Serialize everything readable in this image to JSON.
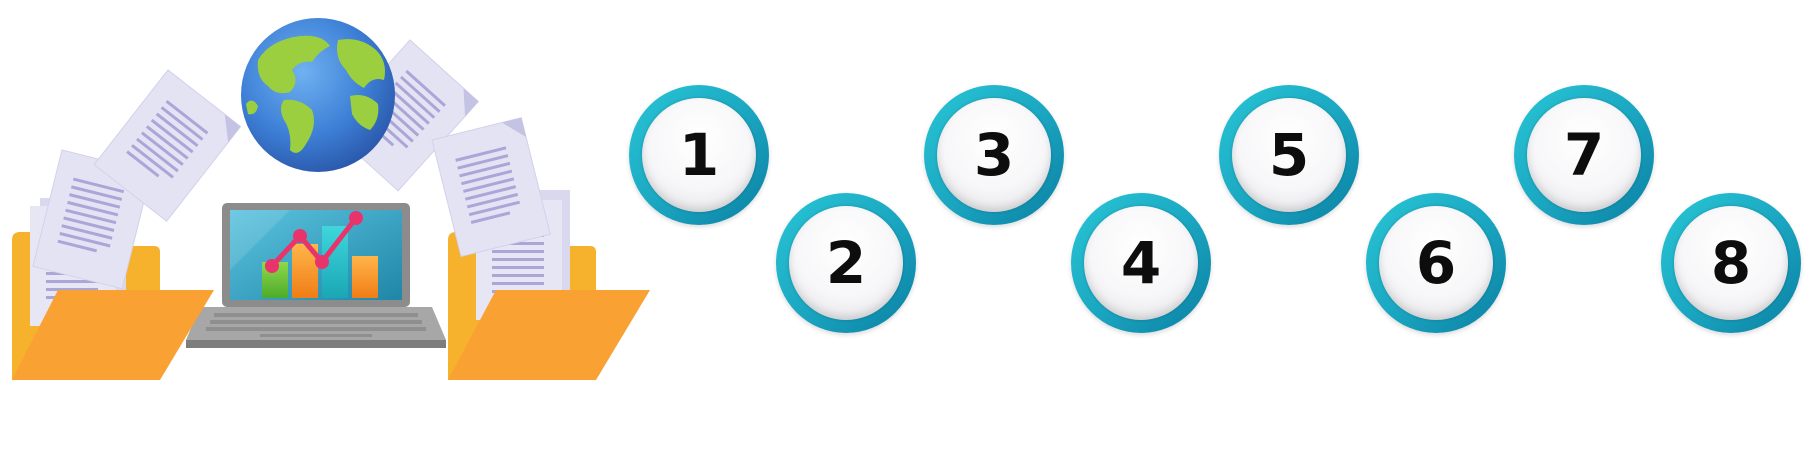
{
  "steps": [
    {
      "number": "1"
    },
    {
      "number": "2"
    },
    {
      "number": "3"
    },
    {
      "number": "4"
    },
    {
      "number": "5"
    },
    {
      "number": "6"
    },
    {
      "number": "7"
    },
    {
      "number": "8"
    }
  ],
  "illustration": {
    "icons": [
      "folder-icon",
      "document-icon",
      "globe-icon",
      "laptop-icon",
      "chart-icon"
    ],
    "colors": {
      "folder_orange": "#f9a133",
      "folder_back": "#f6b12d",
      "document": "#e4e3f4",
      "document_lines": "#a9a6d8",
      "globe_ocean": "#3d7fd6",
      "globe_land": "#9ccf3f",
      "laptop_body": "#9a9a9a",
      "screen_teal": "#2a9bbd",
      "ring_teal": "#1ba8c2"
    }
  }
}
